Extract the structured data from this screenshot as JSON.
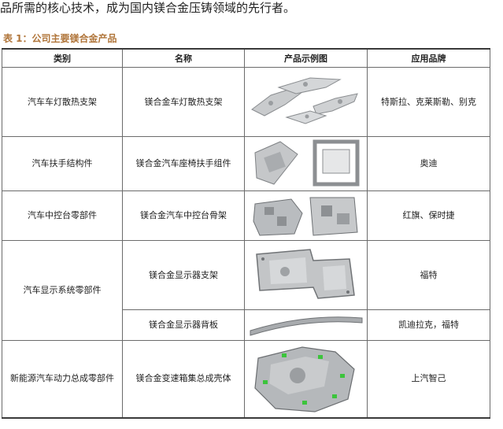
{
  "intro": "品所需的核心技术，成为国内镁合金压铸领域的先行者。",
  "caption": "表 1：公司主要镁合金产品",
  "headers": [
    "类别",
    "名称",
    "产品示例图",
    "应用品牌"
  ],
  "rows": [
    {
      "category": "汽车车灯散热支架",
      "name": "镁合金车灯散热支架",
      "brand": "特斯拉、克莱斯勒、别克",
      "image": "lamp-bracket-image"
    },
    {
      "category": "汽车扶手结构件",
      "name": "镁合金汽车座椅扶手组件",
      "brand": "奥迪",
      "image": "armrest-image"
    },
    {
      "category": "汽车中控台零部件",
      "name": "镁合金汽车中控台骨架",
      "brand": "红旗、保时捷",
      "image": "console-frame-image"
    },
    {
      "category": "汽车显示系统零部件",
      "name": "镁合金显示器支架",
      "brand": "福特",
      "image": "display-bracket-image"
    },
    {
      "name": "镁合金显示器背板",
      "brand": "凯迪拉克，福特",
      "image": "display-backplate-image"
    },
    {
      "category": "新能源汽车动力总成零部件",
      "name": "镁合金变速箱集总成壳体",
      "brand": "上汽智己",
      "image": "gearbox-housing-image"
    }
  ]
}
